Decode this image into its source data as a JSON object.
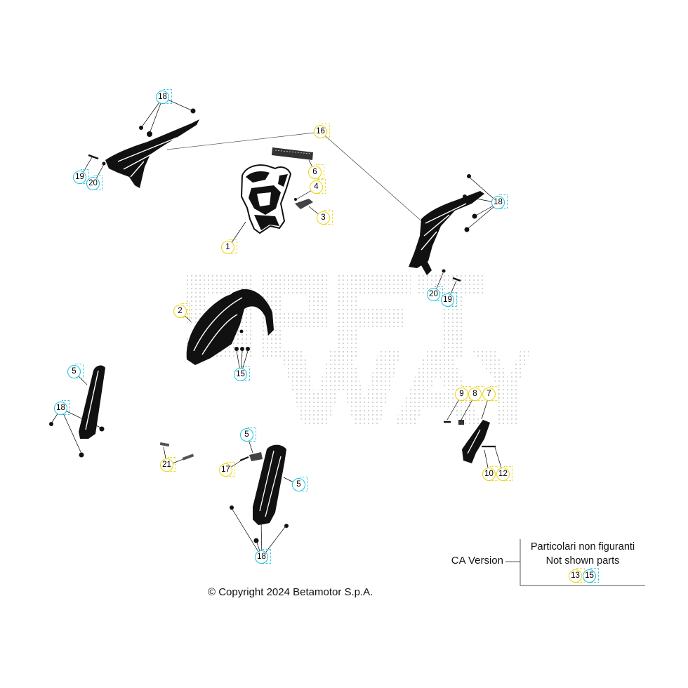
{
  "colors": {
    "callout_yellow": "#e8d60c",
    "callout_cyan": "#22c2dc",
    "line": "#000000"
  },
  "callouts": [
    {
      "label": "18",
      "tone": "cyan"
    },
    {
      "label": "16",
      "tone": "yellow"
    },
    {
      "label": "19",
      "tone": "cyan"
    },
    {
      "label": "20",
      "tone": "cyan"
    },
    {
      "label": "6",
      "tone": "yellow"
    },
    {
      "label": "4",
      "tone": "yellow"
    },
    {
      "label": "3",
      "tone": "yellow"
    },
    {
      "label": "1",
      "tone": "yellow"
    },
    {
      "label": "18",
      "tone": "cyan"
    },
    {
      "label": "20",
      "tone": "cyan"
    },
    {
      "label": "19",
      "tone": "cyan"
    },
    {
      "label": "2",
      "tone": "yellow"
    },
    {
      "label": "15",
      "tone": "cyan"
    },
    {
      "label": "5",
      "tone": "cyan"
    },
    {
      "label": "18",
      "tone": "cyan"
    },
    {
      "label": "9",
      "tone": "yellow"
    },
    {
      "label": "8",
      "tone": "yellow"
    },
    {
      "label": "7",
      "tone": "yellow"
    },
    {
      "label": "5",
      "tone": "cyan"
    },
    {
      "label": "21",
      "tone": "yellow"
    },
    {
      "label": "17",
      "tone": "yellow"
    },
    {
      "label": "5",
      "tone": "cyan"
    },
    {
      "label": "10",
      "tone": "yellow"
    },
    {
      "label": "12",
      "tone": "yellow"
    },
    {
      "label": "18",
      "tone": "cyan"
    }
  ],
  "legend": {
    "version_label": "CA Version",
    "line1": "Particolari non figuranti",
    "line2": "Not shown parts",
    "callouts": [
      {
        "label": "13",
        "tone": "yellow"
      },
      {
        "label": "15",
        "tone": "cyan"
      }
    ]
  },
  "copyright": "© Copyright 2024 Betamotor S.p.A."
}
